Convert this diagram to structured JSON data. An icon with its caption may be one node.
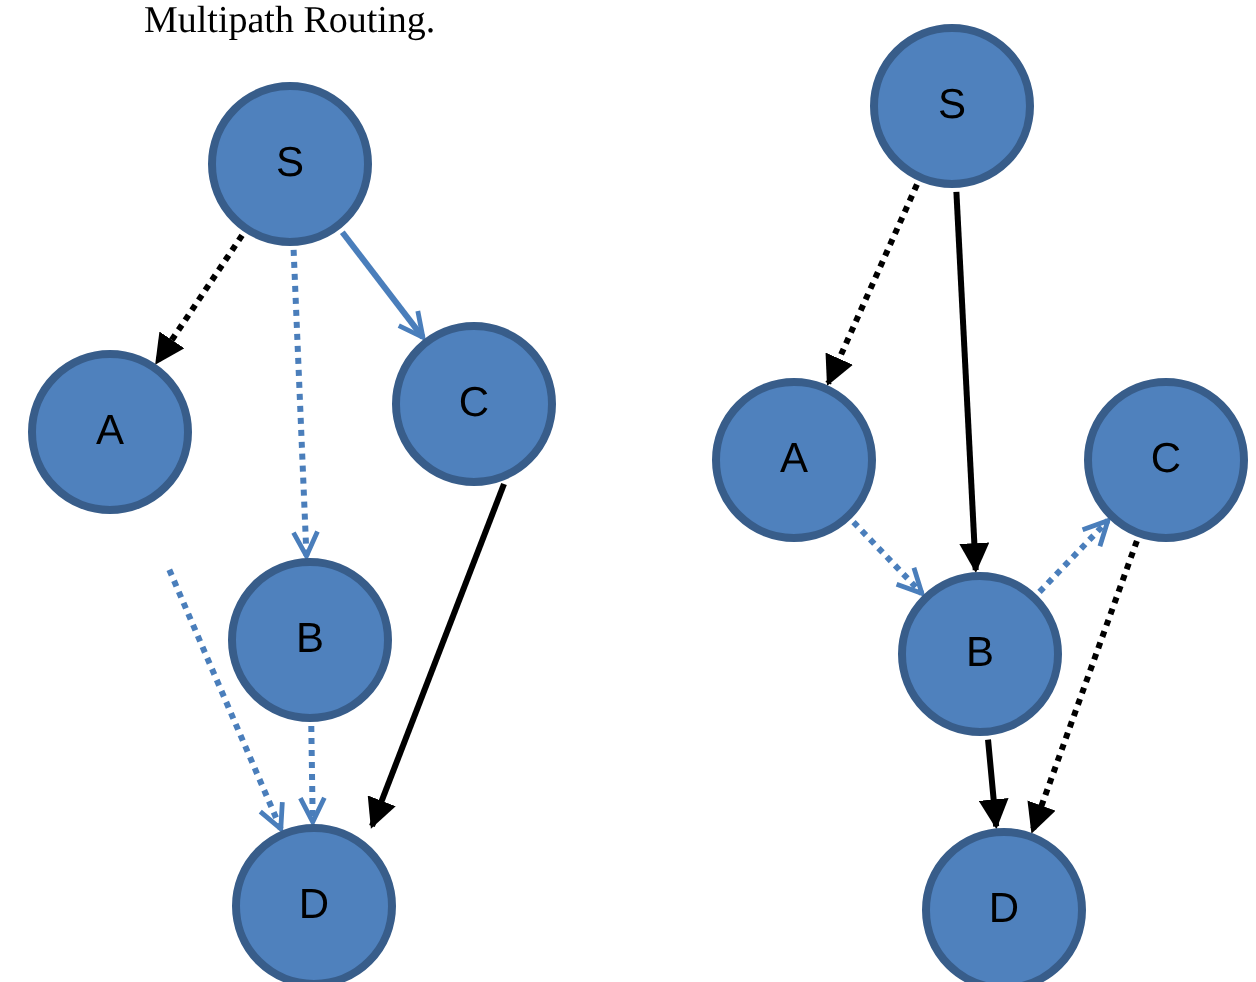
{
  "diagram": {
    "title": "Multipath Routing.",
    "nodes": [
      {
        "text": [
          "S"
        ]
      },
      {
        "text": [
          "A"
        ]
      },
      {
        "text": [
          "C"
        ]
      },
      {
        "text": [
          "B"
        ]
      },
      {
        "text": [
          "D"
        ]
      },
      {
        "text": [
          "S"
        ]
      },
      {
        "text": [
          "A"
        ]
      },
      {
        "text": [
          "C"
        ]
      },
      {
        "text": [
          "B"
        ]
      },
      {
        "text": [
          "D"
        ]
      }
    ],
    "edges": [
      {
        "from": 0,
        "to": 1,
        "arrow": "to",
        "style": "dashed"
      },
      {
        "from": 0,
        "to": 3,
        "arrow": "to",
        "style": "dashed",
        "color": "#4a7ebb"
      },
      {
        "from": 0,
        "to": 2,
        "arrow": "to",
        "color": "#4a7ebb"
      },
      {
        "from": 2,
        "to": 4,
        "arrow": "to"
      },
      {
        "from": 1,
        "to": 4,
        "arrow": "to",
        "style": "dashed",
        "color": "#4a7ebb"
      },
      {
        "from": 3,
        "to": 4,
        "arrow": "to",
        "style": "dashed",
        "color": "#4a7ebb"
      },
      {
        "from": 5,
        "to": 6,
        "arrow": "to",
        "style": "dashed"
      },
      {
        "from": 5,
        "to": 8,
        "arrow": "to"
      },
      {
        "from": 6,
        "to": 8,
        "arrow": "to",
        "style": "dashed",
        "color": "#4a7ebb"
      },
      {
        "from": 8,
        "to": 7,
        "arrow": "to",
        "style": "dashed",
        "color": "#4a7ebb"
      },
      {
        "from": 8,
        "to": 9,
        "arrow": "to"
      },
      {
        "from": 7,
        "to": 9,
        "arrow": "to",
        "style": "dashed"
      }
    ]
  }
}
